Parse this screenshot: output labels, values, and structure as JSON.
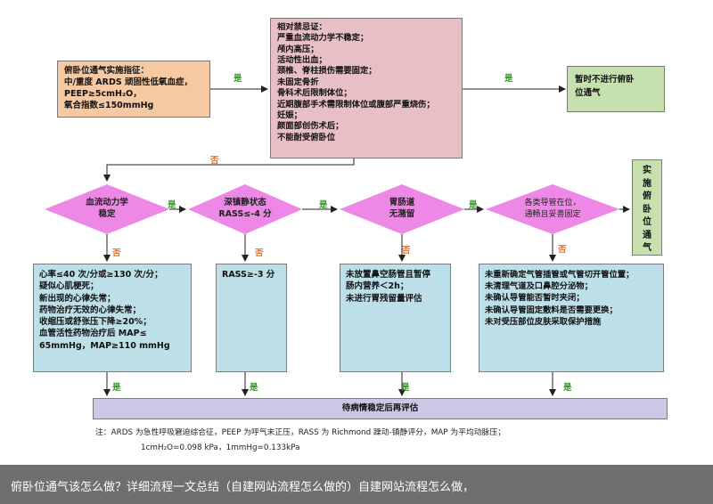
{
  "colors": {
    "orange_box": "#f6c9a2",
    "pink_box": "#e7bfc4",
    "blue_box": "#bcdfe8",
    "green_box": "#c6e1ae",
    "diamond": "#ee88e6",
    "final_bar": "#cdc6e4",
    "yes_label": "#3d9a2d",
    "no_label": "#e0722b",
    "footer_bar": "#6f6f6f"
  },
  "indication": {
    "lines": [
      "俯卧位通气实施指征：",
      "中/重度 ARDS 顽固性低氧血症，",
      "PEEP≥5cmH₂O，",
      "氧合指数≤150mmHg"
    ]
  },
  "contraindications": {
    "lines": [
      "相对禁忌证：",
      "严重血流动力学不稳定；",
      "颅内高压；",
      "活动性出血；",
      "颈椎、脊柱损伤需要固定；",
      "未固定骨折",
      "骨科术后限制体位；",
      "近期腹部手术需限制体位或腹部严重烧伤；",
      "妊娠；",
      "颜面部创伤术后；",
      "不能耐受俯卧位"
    ]
  },
  "no_prone": {
    "lines": [
      "暂时不进行俯卧",
      "位通气"
    ]
  },
  "implement": {
    "chars": [
      "实",
      "施",
      "俯",
      "卧",
      "位",
      "通",
      "气"
    ]
  },
  "diamonds": [
    {
      "lines": [
        "血流动力学",
        "稳定"
      ]
    },
    {
      "lines": [
        "深镇静状态",
        "RASS≤-4 分"
      ]
    },
    {
      "lines": [
        "胃肠道",
        "无潴留"
      ]
    },
    {
      "lines": [
        "各类导管在位，",
        "通畅且妥善固定"
      ]
    }
  ],
  "actions": [
    {
      "lines": [
        "心率≤40 次/分或≥130 次/分；",
        "疑似心肌梗死；",
        "新出现的心律失常；",
        "药物治疗无效的心律失常；",
        "收缩压或舒张压下降≥20%；",
        "血管活性药物治疗后 MAP≤",
        "65mmHg，MAP≥110 mmHg"
      ]
    },
    {
      "lines": [
        "RASS≥-3 分"
      ]
    },
    {
      "lines": [
        "未放置鼻空肠管且暂停",
        "肠内营养＜2h；",
        "未进行胃残留量评估"
      ]
    },
    {
      "lines": [
        "未重新确定气管插管或气管切开管位置；",
        "未清理气道及口鼻腔分泌物；",
        "未确认导管能否暂时夹闭；",
        "未确认导管固定敷料是否需要更换；",
        "未对受压部位皮肤采取保护措施"
      ]
    }
  ],
  "reassess": "待病情稳定后再评估",
  "labels": {
    "yes": "是",
    "no": "否"
  },
  "note": {
    "line1": "注：ARDS 为急性呼吸窘迫综合征，PEEP 为呼气末正压，RASS 为 Richmond 躁动-镇静评分，MAP 为平均动脉压；",
    "line2": "1cmH₂O=0.098 kPa，1mmHg=0.133kPa"
  },
  "caption": "俯卧位通气该怎么做？详细流程一文总结（自建网站流程怎么做的）自建网站流程怎么做，"
}
